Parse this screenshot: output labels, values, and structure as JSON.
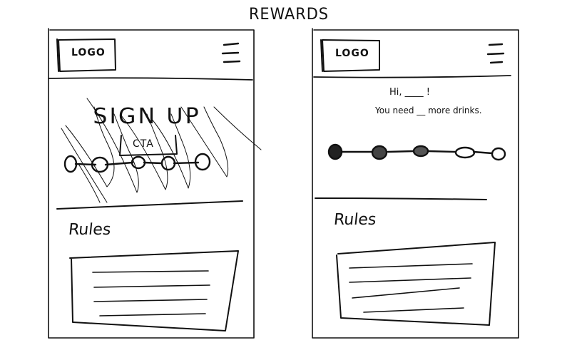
{
  "title": "REWARDS",
  "left_mockup": {
    "logo": "LOGO",
    "menu_icon": "hamburger-menu-icon",
    "hero_title": "SIGN UP",
    "cta_label": "CTA",
    "rules_heading": "Rules"
  },
  "right_mockup": {
    "logo": "LOGO",
    "menu_icon": "hamburger-menu-icon",
    "greeting": "Hi, ____ !",
    "message": "You need __ more drinks.",
    "rules_heading": "Rules"
  }
}
